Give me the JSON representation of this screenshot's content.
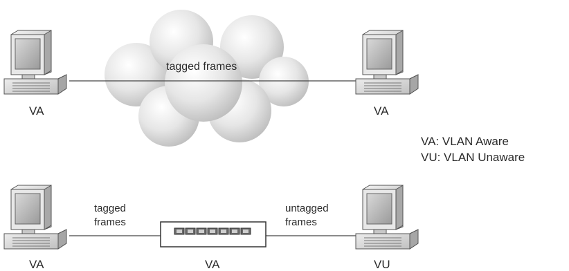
{
  "top": {
    "cloud_label": "tagged frames",
    "left_label": "VA",
    "right_label": "VA"
  },
  "legend": {
    "line1": "VA: VLAN Aware",
    "line2": "VU: VLAN Unaware"
  },
  "bottom": {
    "left_label": "VA",
    "switch_label": "VA",
    "right_label": "VU",
    "left_link": [
      "tagged",
      "frames"
    ],
    "right_link": [
      "untagged",
      "frames"
    ]
  }
}
